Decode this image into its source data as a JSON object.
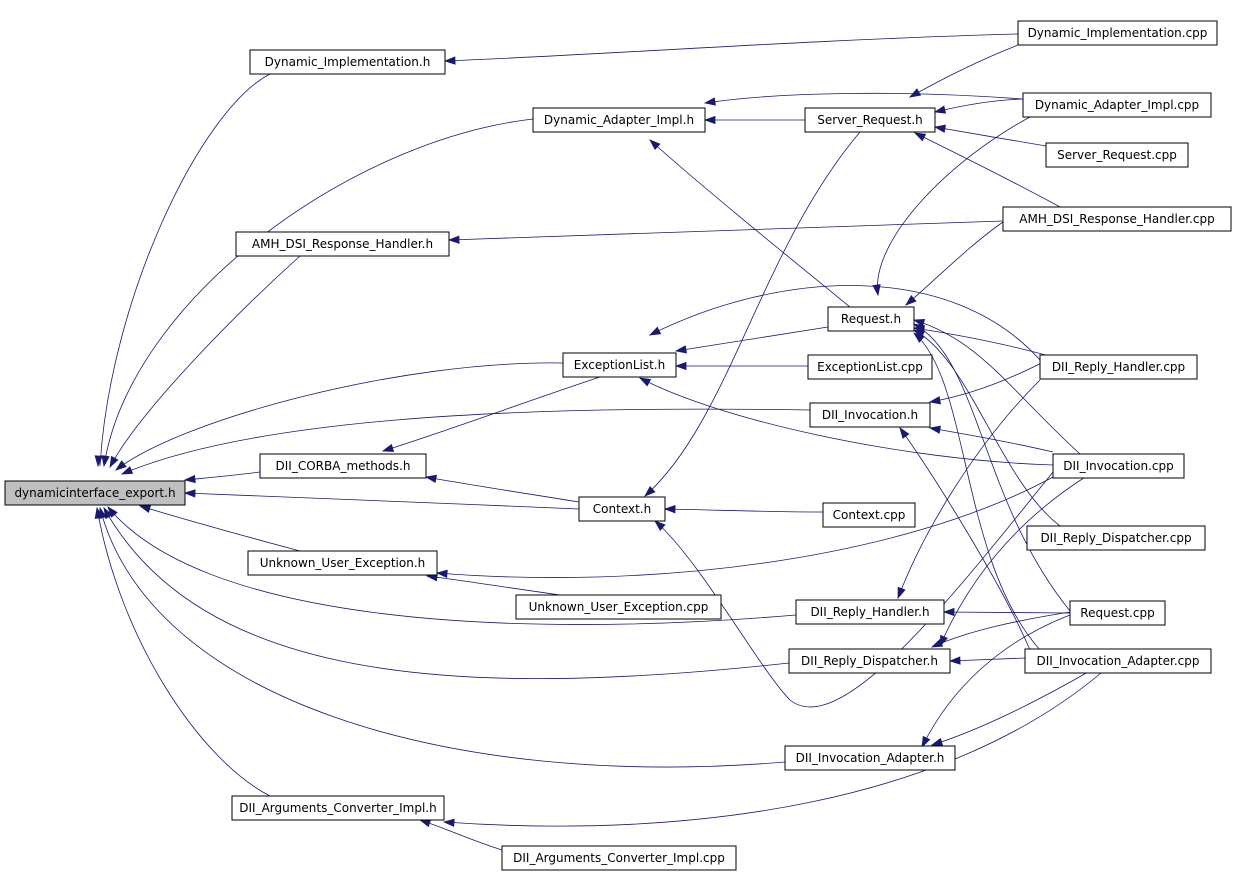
{
  "colors": {
    "edge": "#191970",
    "root_fill": "#bfbfbf",
    "node_fill": "#ffffff",
    "border": "#000000"
  },
  "nodes": {
    "dynamicinterface_export_h": "dynamicinterface_export.h",
    "dynamic_implementation_h": "Dynamic_Implementation.h",
    "dynamic_implementation_cpp": "Dynamic_Implementation.cpp",
    "dynamic_adapter_impl_h": "Dynamic_Adapter_Impl.h",
    "server_request_h": "Server_Request.h",
    "dynamic_adapter_impl_cpp": "Dynamic_Adapter_Impl.cpp",
    "server_request_cpp": "Server_Request.cpp",
    "amh_dsi_response_handler_h": "AMH_DSI_Response_Handler.h",
    "amh_dsi_response_handler_cpp": "AMH_DSI_Response_Handler.cpp",
    "request_h": "Request.h",
    "exceptionlist_h": "ExceptionList.h",
    "exceptionlist_cpp": "ExceptionList.cpp",
    "dii_reply_handler_cpp": "DII_Reply_Handler.cpp",
    "dii_invocation_h": "DII_Invocation.h",
    "dii_invocation_cpp": "DII_Invocation.cpp",
    "dii_corba_methods_h": "DII_CORBA_methods.h",
    "context_h": "Context.h",
    "context_cpp": "Context.cpp",
    "dii_reply_dispatcher_cpp": "DII_Reply_Dispatcher.cpp",
    "unknown_user_exception_h": "Unknown_User_Exception.h",
    "unknown_user_exception_cpp": "Unknown_User_Exception.cpp",
    "dii_reply_handler_h": "DII_Reply_Handler.h",
    "request_cpp": "Request.cpp",
    "dii_reply_dispatcher_h": "DII_Reply_Dispatcher.h",
    "dii_invocation_adapter_cpp": "DII_Invocation_Adapter.cpp",
    "dii_invocation_adapter_h": "DII_Invocation_Adapter.h",
    "dii_arguments_converter_impl_h": "DII_Arguments_Converter_Impl.h",
    "dii_arguments_converter_impl_cpp": "DII_Arguments_Converter_Impl.cpp"
  }
}
